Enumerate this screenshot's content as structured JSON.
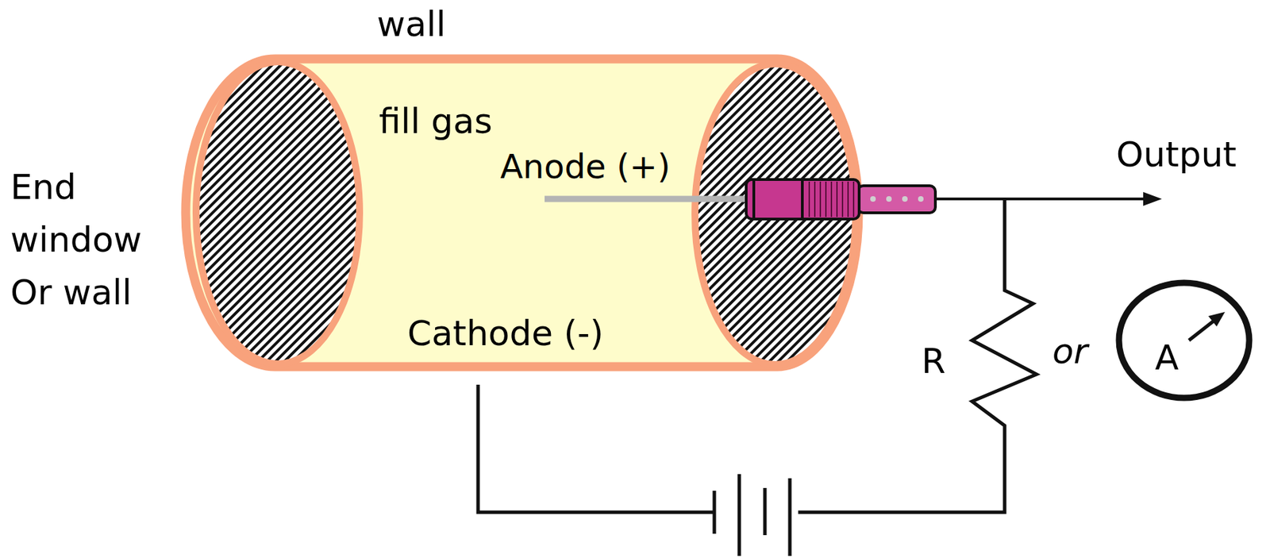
{
  "diagram": {
    "nodes": [
      {
        "text": [
          "A"
        ]
      }
    ],
    "labels": [
      "wall",
      "fill gas",
      "Anode (+)",
      "End window Or wall",
      "Cathode (-)",
      "Output",
      "R",
      "or"
    ]
  }
}
